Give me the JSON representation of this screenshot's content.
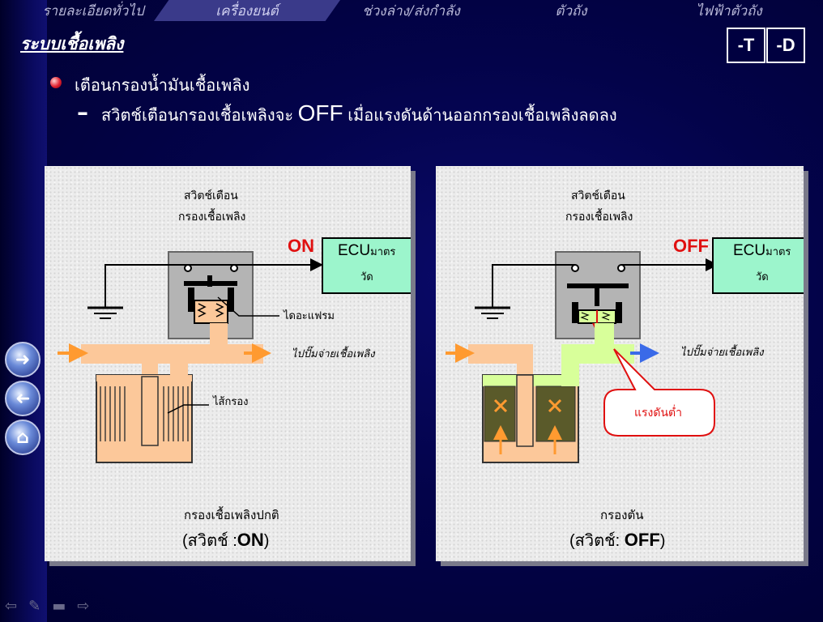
{
  "nav": {
    "tabs": [
      "รายละเอียดทั่วไป",
      "เครื่องยนต์",
      "ช่วงล่าง/ส่งกำลัง",
      "ตัวถัง",
      "ไฟฟ้าตัวถัง"
    ],
    "active_index": 1
  },
  "page_title": "ระบบเชื้อเพลิง",
  "badges": {
    "t": "-T",
    "d": "-D"
  },
  "bullet": "เตือนกรองน้ำมันเชื้อเพลิง",
  "sub_bullet": {
    "part1": "สวิตช์เตือนกรองเชื้อเพลิงจะ",
    "off": "OFF",
    "part2": "เมื่อแรงดันด้านออกกรองเชื้อเพลิงลดลง"
  },
  "left_panel": {
    "switch_label_1": "สวิตช์เตือน",
    "switch_label_2": "กรองเชื้อเพลิง",
    "state": "ON",
    "ecu_1": "ECU",
    "ecu_2": "มาตร",
    "ecu_3": "วัด",
    "diaphragm": "ไดอะแฟรม",
    "to_pump": "ไปปั๊มจ่ายเชื้อเพลิง",
    "filter": "ไส้กรอง",
    "caption_1": "กรองเชื้อเพลิงปกติ",
    "caption_2a": "(สวิตช์ :",
    "caption_2b": "ON",
    "caption_2c": ")"
  },
  "right_panel": {
    "switch_label_1": "สวิตช์เตือน",
    "switch_label_2": "กรองเชื้อเพลิง",
    "state": "OFF",
    "ecu_1": "ECU",
    "ecu_2": "มาตร",
    "ecu_3": "วัด",
    "to_pump": "ไปปั๊มจ่ายเชื้อเพลิง",
    "low_pressure": "แรงดันต่ำ",
    "caption_1": "กรองตัน",
    "caption_2a": "(สวิตช์:",
    "caption_2b": "OFF",
    "caption_2c": ")"
  },
  "side_buttons": [
    "forward-icon",
    "back-icon",
    "home-icon"
  ],
  "colors": {
    "fuel": "#fcc89a",
    "low_fuel": "#d8ff9a",
    "ecu": "#9cf5cc",
    "accent_red": "#e01010",
    "arrow_orange": "#ff9a30",
    "arrow_blue": "#3a6ae8"
  }
}
